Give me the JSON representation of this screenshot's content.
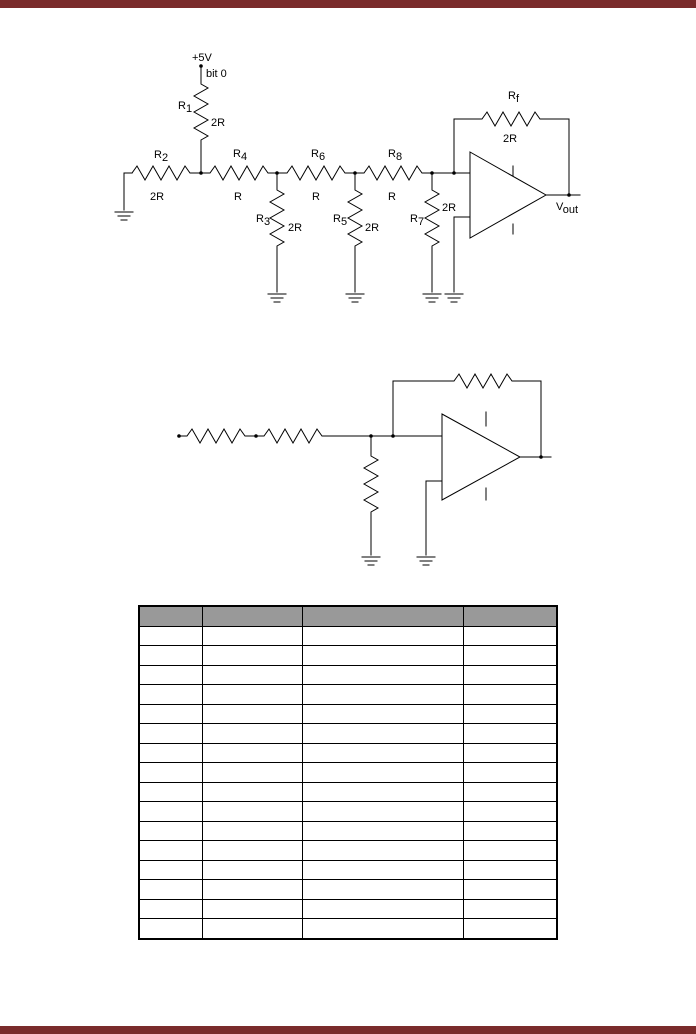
{
  "colors": {
    "page_bar": "#7a2b2b",
    "table_header": "#999999"
  },
  "circuit1": {
    "supply": "+5V",
    "bit": "bit 0",
    "labels": [
      {
        "id": "r1",
        "name": "R",
        "sub": "1",
        "value": "2R"
      },
      {
        "id": "r2",
        "name": "R",
        "sub": "2",
        "value": "2R"
      },
      {
        "id": "r3",
        "name": "R",
        "sub": "3",
        "value": "2R"
      },
      {
        "id": "r4",
        "name": "R",
        "sub": "4",
        "value": "R"
      },
      {
        "id": "r5",
        "name": "R",
        "sub": "5",
        "value": "2R"
      },
      {
        "id": "r6",
        "name": "R",
        "sub": "6",
        "value": "R"
      },
      {
        "id": "r7",
        "name": "R",
        "sub": "7",
        "value": "2R"
      },
      {
        "id": "r8",
        "name": "R",
        "sub": "8",
        "value": "R"
      },
      {
        "id": "rf",
        "name": "R",
        "sub": "f",
        "value": "2R"
      }
    ],
    "output": {
      "name": "V",
      "sub": "out"
    }
  },
  "table": {
    "columns": 4,
    "header": [
      "",
      "",
      "",
      ""
    ],
    "rows": [
      [
        "",
        "",
        "",
        ""
      ],
      [
        "",
        "",
        "",
        ""
      ],
      [
        "",
        "",
        "",
        ""
      ],
      [
        "",
        "",
        "",
        ""
      ],
      [
        "",
        "",
        "",
        ""
      ],
      [
        "",
        "",
        "",
        ""
      ],
      [
        "",
        "",
        "",
        ""
      ],
      [
        "",
        "",
        "",
        ""
      ],
      [
        "",
        "",
        "",
        ""
      ],
      [
        "",
        "",
        "",
        ""
      ],
      [
        "",
        "",
        "",
        ""
      ],
      [
        "",
        "",
        "",
        ""
      ],
      [
        "",
        "",
        "",
        ""
      ],
      [
        "",
        "",
        "",
        ""
      ],
      [
        "",
        "",
        "",
        ""
      ],
      [
        "",
        "",
        "",
        ""
      ]
    ]
  }
}
